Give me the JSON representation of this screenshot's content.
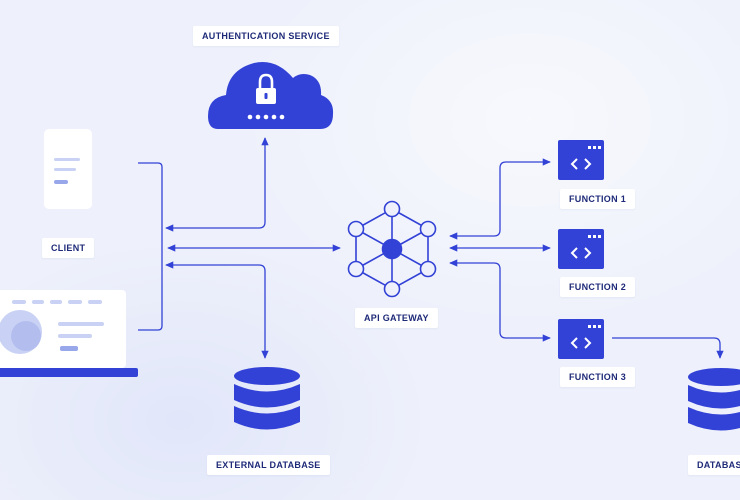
{
  "labels": {
    "auth": "AUTHENTICATION SERVICE",
    "client": "CLIENT",
    "gateway": "API GATEWAY",
    "function1": "FUNCTION 1",
    "function2": "FUNCTION 2",
    "function3": "FUNCTION 3",
    "external_db": "EXTERNAL DATABASE",
    "database": "DATABASE"
  },
  "icons": {
    "auth": "cloud-lock-icon",
    "client_phone": "phone-icon",
    "client_laptop": "laptop-icon",
    "gateway": "network-hub-icon",
    "functions": "code-window-icon",
    "databases": "database-icon"
  },
  "colors": {
    "primary": "#3342d6",
    "light": "#c9d2f4",
    "background": "#eef1fb"
  }
}
